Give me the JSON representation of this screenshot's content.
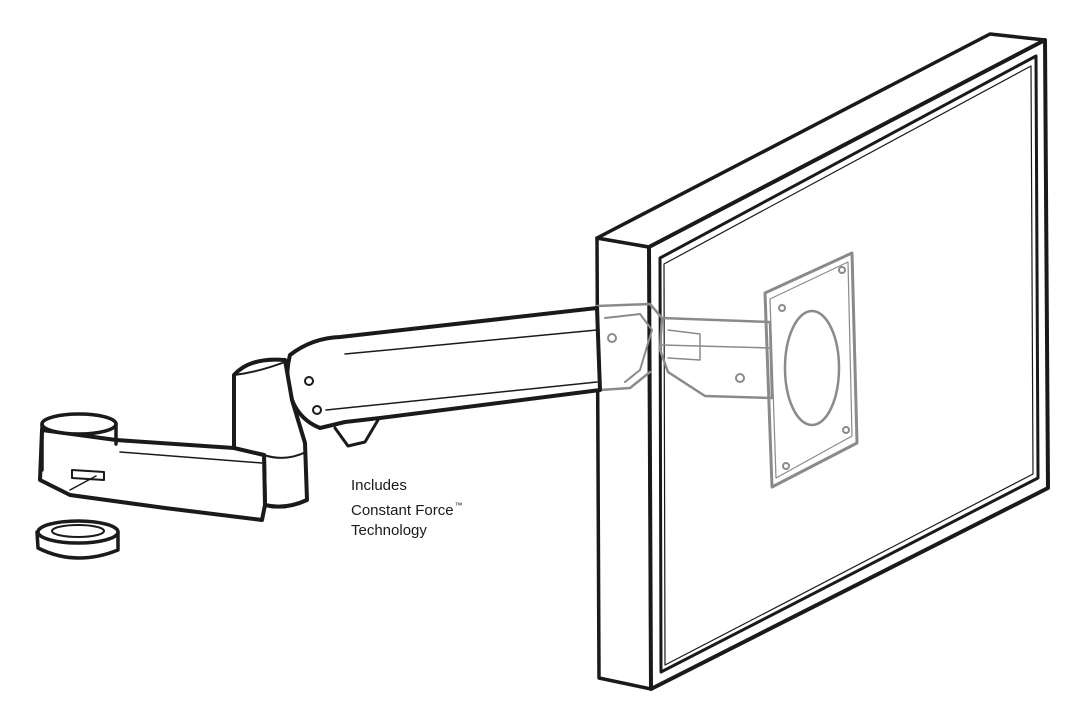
{
  "caption": {
    "line1": "Includes",
    "line2": "Constant Force",
    "trademark": "™",
    "line3": "Technology"
  },
  "colors": {
    "line": "#1a1a1a",
    "ghost": "#8a8a8a",
    "background": "#ffffff"
  }
}
